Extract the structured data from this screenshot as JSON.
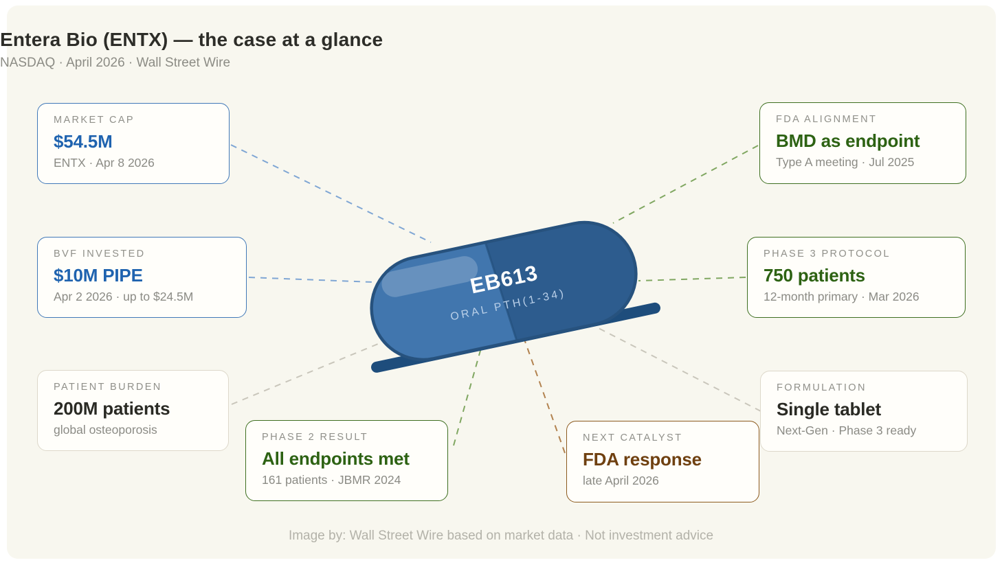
{
  "header": {
    "title": "Entera Bio (ENTX) — the case at a glance",
    "subtitle": "NASDAQ · April 2026 · Wall Street Wire"
  },
  "pill": {
    "name": "EB613",
    "label": "ORAL PTH(1-34)",
    "left_color": "#4176ae",
    "right_color": "#2d5c8e",
    "rim_color": "#27527e",
    "shadow_color": "#1e4d7c"
  },
  "cards": [
    {
      "id": "market-cap",
      "label": "MARKET CAP",
      "value": "$54.5M",
      "sub": "ENTX · Apr 8 2026",
      "theme": "blue",
      "accent": "#1f63af",
      "border": "#4078b8"
    },
    {
      "id": "bvf-invested",
      "label": "BVF INVESTED",
      "value": "$10M PIPE",
      "sub": "Apr 2 2026 · up to $24.5M",
      "theme": "blue",
      "accent": "#1f63af",
      "border": "#4078b8"
    },
    {
      "id": "patient-burden",
      "label": "PATIENT BURDEN",
      "value": "200M patients",
      "sub": "global osteoporosis",
      "theme": "gray",
      "accent": "#2a2a24",
      "border": "#ddd8ca"
    },
    {
      "id": "phase-2-result",
      "label": "PHASE 2 RESULT",
      "value": "All endpoints met",
      "sub": "161 patients · JBMR 2024",
      "theme": "green",
      "accent": "#2d6213",
      "border": "#3e6f20"
    },
    {
      "id": "next-catalyst",
      "label": "NEXT CATALYST",
      "value": "FDA response",
      "sub": "late April 2026",
      "theme": "brown",
      "accent": "#6f4010",
      "border": "#8c5a1e"
    },
    {
      "id": "fda-alignment",
      "label": "FDA ALIGNMENT",
      "value": "BMD as endpoint",
      "sub": "Type A meeting · Jul 2025",
      "theme": "green",
      "accent": "#2d6213",
      "border": "#3e6f20"
    },
    {
      "id": "phase-3-protocol",
      "label": "PHASE 3 PROTOCOL",
      "value": "750 patients",
      "sub": "12-month primary · Mar 2026",
      "theme": "green",
      "accent": "#2d6213",
      "border": "#3e6f20"
    },
    {
      "id": "formulation",
      "label": "FORMULATION",
      "value": "Single tablet",
      "sub": "Next-Gen · Phase 3 ready",
      "theme": "gray",
      "accent": "#2a2a24",
      "border": "#ddd8ca"
    }
  ],
  "connector_colors": {
    "blue": "#7fa6d4",
    "green": "#80a761",
    "gray": "#c9c6bb",
    "brown": "#b2824f"
  },
  "footer": {
    "credit": "Image by: Wall Street Wire based on market data · Not investment advice"
  }
}
